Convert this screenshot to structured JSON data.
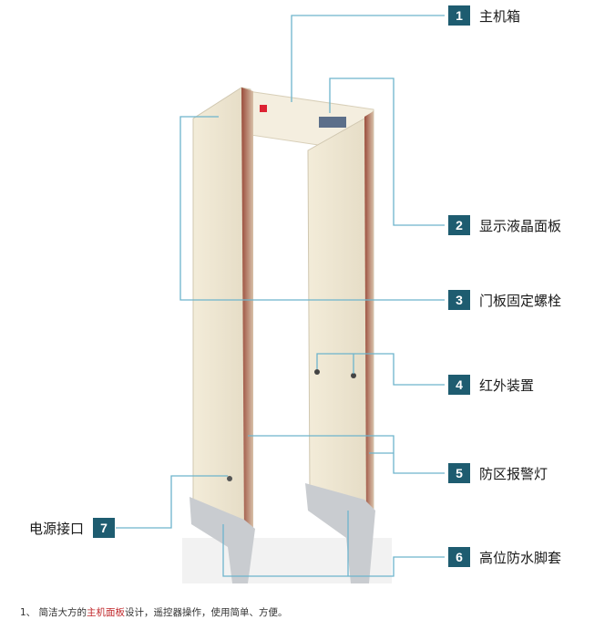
{
  "callouts": [
    {
      "num": "1",
      "label": "主机箱"
    },
    {
      "num": "2",
      "label": "显示液晶面板"
    },
    {
      "num": "3",
      "label": "门板固定螺栓"
    },
    {
      "num": "4",
      "label": "红外装置"
    },
    {
      "num": "5",
      "label": "防区报警灯"
    },
    {
      "num": "6",
      "label": "高位防水脚套"
    },
    {
      "num": "7",
      "label": "电源接口"
    }
  ],
  "caption": {
    "prefix": "1、 简洁大方的",
    "highlight": "主机面板",
    "suffix": "设计，遥控器操作，使用简单、方便。"
  },
  "colors": {
    "badge": "#1e5c70",
    "leader": "#6db4cc",
    "highlight": "#c0282b"
  }
}
